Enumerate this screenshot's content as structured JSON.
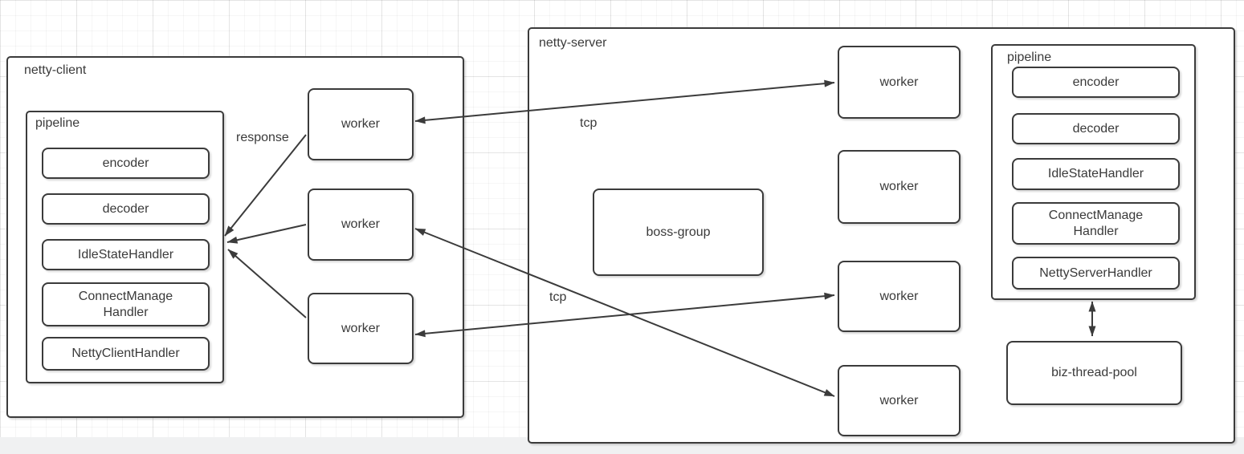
{
  "client": {
    "title": "netty-client",
    "pipeline": {
      "title": "pipeline",
      "handlers": [
        "encoder",
        "decoder",
        "IdleStateHandler",
        "ConnectManage Handler",
        "NettyClientHandler"
      ]
    },
    "workers": [
      "worker",
      "worker",
      "worker"
    ]
  },
  "server": {
    "title": "netty-server",
    "boss_group_label": "boss-group",
    "workers": [
      "worker",
      "worker",
      "worker",
      "worker"
    ],
    "pipeline": {
      "title": "pipeline",
      "handlers": [
        "encoder",
        "decoder",
        "IdleStateHandler",
        "ConnectManage Handler",
        "NettyServerHandler"
      ]
    },
    "biz_thread_pool_label": "biz-thread-pool"
  },
  "edge_labels": {
    "response": "response",
    "tcp_top": "tcp",
    "tcp_bottom": "tcp"
  },
  "colors": {
    "shape_border": "#3b3b3b",
    "shape_fill": "#ffffff",
    "text": "#3a3a3a",
    "canvas_strip": "#f0f1f2"
  }
}
